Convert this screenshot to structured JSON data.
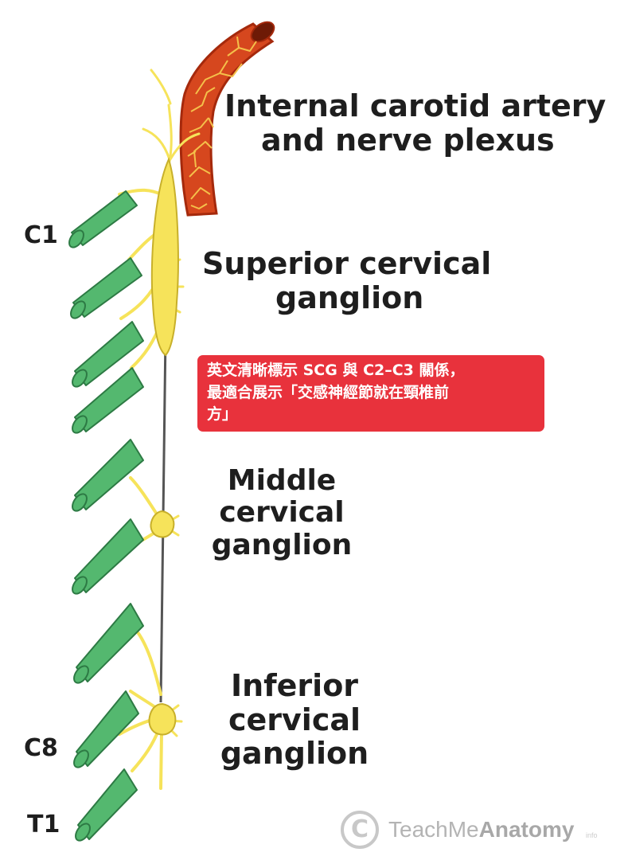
{
  "labels": {
    "internal_carotid": [
      "Internal carotid artery",
      "and nerve plexus"
    ],
    "superior": [
      "Superior cervical",
      "ganglion"
    ],
    "middle": [
      "Middle",
      "cervical",
      "ganglion"
    ],
    "inferior": [
      "Inferior",
      "cervical",
      "ganglion"
    ]
  },
  "segments": {
    "c1": "C1",
    "c8": "C8",
    "t1": "T1"
  },
  "annotation": {
    "line1": "英文清晰標示 SCG 與 C2–C3 關係，",
    "line2": "最適合展示「交感神經節就在頸椎前",
    "line3": "方」"
  },
  "watermark": {
    "symbol": "C",
    "brand_a": "TeachMe",
    "brand_b": "Anatomy",
    "suffix": "info"
  },
  "colors": {
    "artery": "#d6471e",
    "artery_outline": "#a5290c",
    "artery_vessels": "#f4c04a",
    "ganglion": "#f6e35a",
    "ganglion_outline": "#c8b02a",
    "nerve": "#54b86f",
    "nerve_outline": "#2d7a44",
    "trunk": "#555555",
    "annotation_bg": "#e8323c"
  }
}
